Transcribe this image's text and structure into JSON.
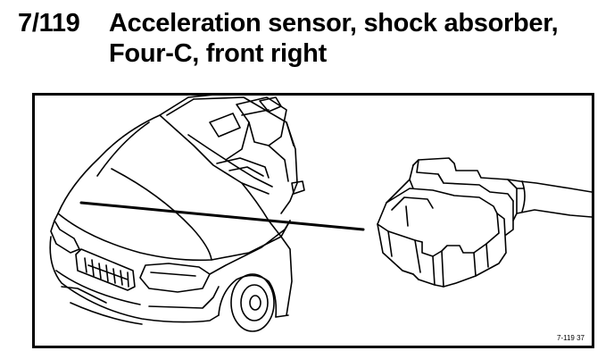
{
  "heading": {
    "ref_number": "7/119",
    "title_line_1": "Acceleration sensor, shock absorber,",
    "title_line_2": "Four-C, front right"
  },
  "figure": {
    "code": "7-119 37",
    "icons": [
      "car-front-illustration",
      "acceleration-sensor-illustration",
      "leader-line"
    ]
  }
}
